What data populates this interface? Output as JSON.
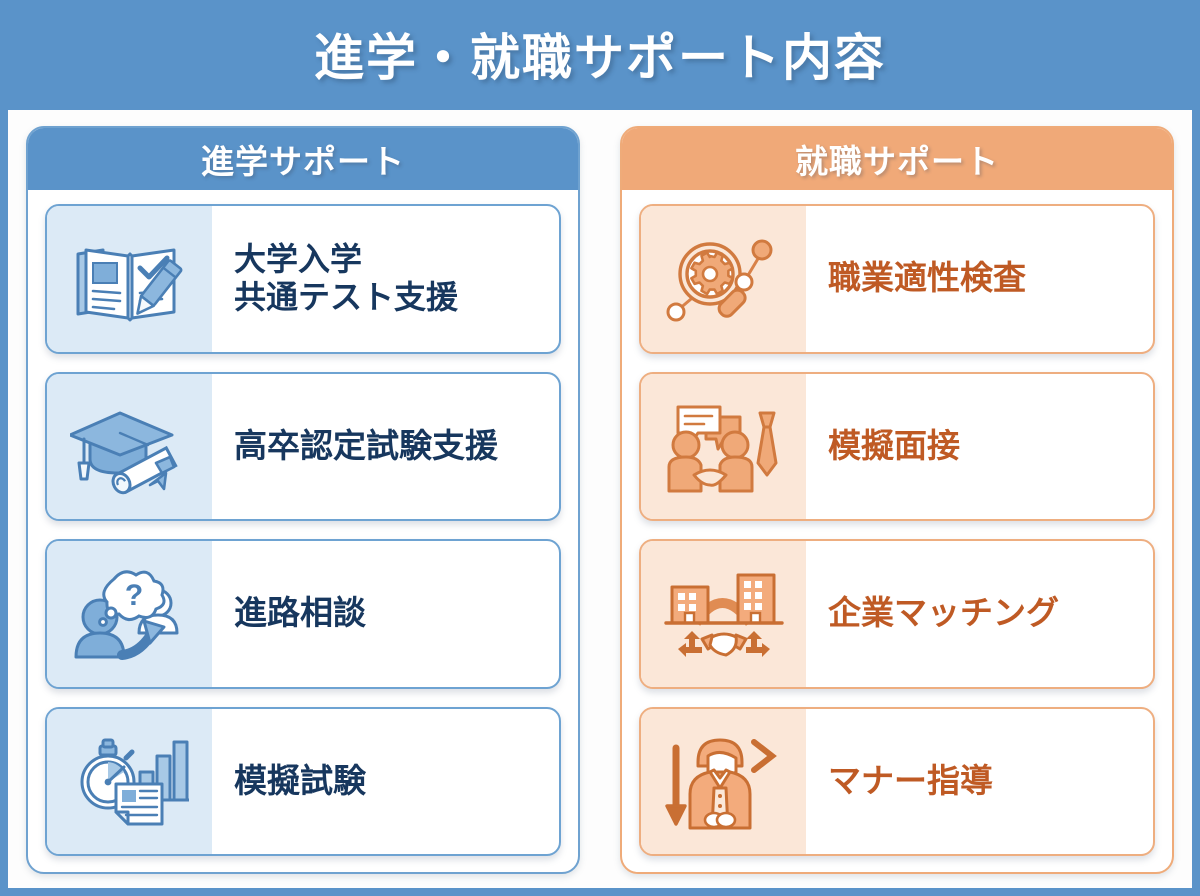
{
  "header": {
    "title": "進学・就職サポート内容"
  },
  "colors": {
    "background_blue": "#5a93c9",
    "header_orange": "#f0a978",
    "canvas_white": "#fdfdfd",
    "blue_icon_panel": "#dceaf6",
    "orange_icon_panel": "#fbe7d8",
    "blue_text": "#17375e",
    "orange_text": "#bf5a24",
    "blue_border": "#6ea3d2",
    "orange_border": "#eeae80"
  },
  "columns": [
    {
      "id": "shingaku",
      "heading": "進学サポート",
      "theme": "blue",
      "items": [
        {
          "label": "大学入学\n共通テスト支援",
          "icon": "open-book-pencil-check-icon",
          "two_line": true
        },
        {
          "label": "高卒認定試験支援",
          "icon": "graduation-cap-diploma-icon",
          "two_line": false
        },
        {
          "label": "進路相談",
          "icon": "person-question-bubble-arrow-icon",
          "two_line": false
        },
        {
          "label": "模擬試験",
          "icon": "stopwatch-barchart-document-icon",
          "two_line": false
        }
      ]
    },
    {
      "id": "shushoku",
      "heading": "就職サポート",
      "theme": "orange",
      "items": [
        {
          "label": "職業適性検査",
          "icon": "magnifier-gear-network-icon",
          "two_line": false
        },
        {
          "label": "模擬面接",
          "icon": "handshake-speech-necktie-icon",
          "two_line": false
        },
        {
          "label": "企業マッチング",
          "icon": "buildings-arch-handshake-icon",
          "two_line": false
        },
        {
          "label": "マナー指導",
          "icon": "bowing-person-arrow-icon",
          "two_line": false
        }
      ]
    }
  ]
}
